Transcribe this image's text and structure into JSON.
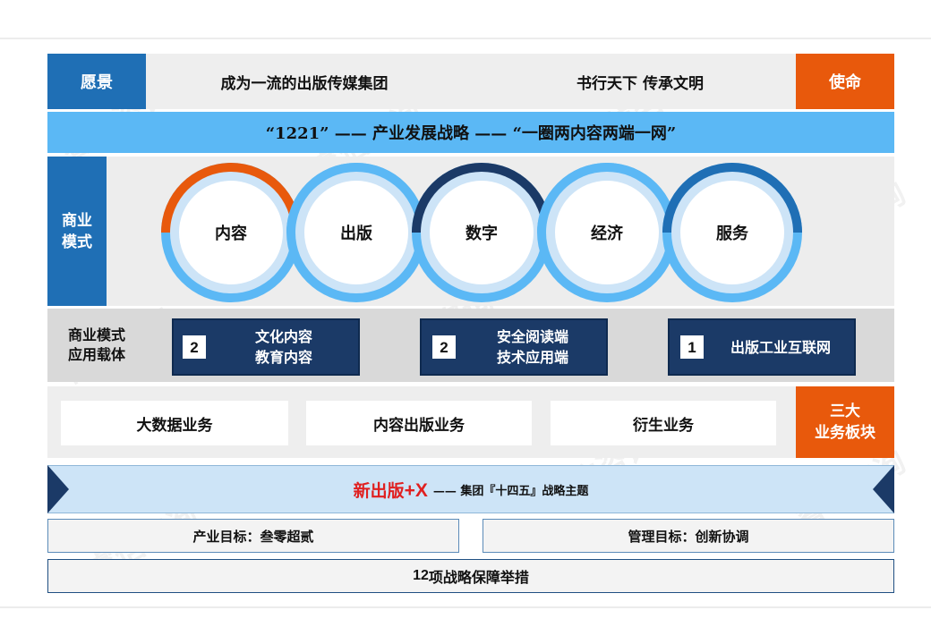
{
  "vision": {
    "label": "愿景",
    "text": "成为一流的出版传媒集团"
  },
  "mission": {
    "label": "使命",
    "text": "书行天下  传承文明"
  },
  "strategy": {
    "text": "“1221” —— 产业发展战略 —— “一圈两内容两端一网”"
  },
  "business_model": {
    "label_line1": "商业",
    "label_line2": "模式",
    "circles": [
      {
        "label": "内容",
        "accent": "#e8590c",
        "accent_position": "top"
      },
      {
        "label": "出版",
        "accent": "#5bb8f5",
        "accent_position": "top"
      },
      {
        "label": "数字",
        "accent": "#1b3a67",
        "accent_position": "top"
      },
      {
        "label": "经济",
        "accent": "#5bb8f5",
        "accent_position": "top"
      },
      {
        "label": "服务",
        "accent": "#1f6fb5",
        "accent_position": "top"
      }
    ]
  },
  "carriers": {
    "label_line1": "商业模式",
    "label_line2": "应用载体",
    "items": [
      {
        "num": "2",
        "line1": "文化内容",
        "line2": "教育内容"
      },
      {
        "num": "2",
        "line1": "安全阅读端",
        "line2": "技术应用端"
      },
      {
        "num": "1",
        "line1": "出版工业互联网",
        "line2": ""
      }
    ]
  },
  "businesses": {
    "items": [
      "大数据业务",
      "内容出版业务",
      "衍生业务"
    ],
    "label_line1": "三大",
    "label_line2": "业务板块"
  },
  "theme": {
    "main": "新出版",
    "plus": "+X",
    "sub": "—— 集团『十四五』战略主题"
  },
  "goals": {
    "industry": "产业目标：叁零超贰",
    "management": "管理目标：创新协调"
  },
  "measures": {
    "num": "12",
    "text": "项战略保障举措"
  },
  "watermark": "睿信咨询",
  "colors": {
    "blue": "#1f6fb5",
    "light_blue": "#5bb8f5",
    "pale_blue": "#cde4f7",
    "navy": "#1b3a67",
    "orange": "#e8590c"
  }
}
